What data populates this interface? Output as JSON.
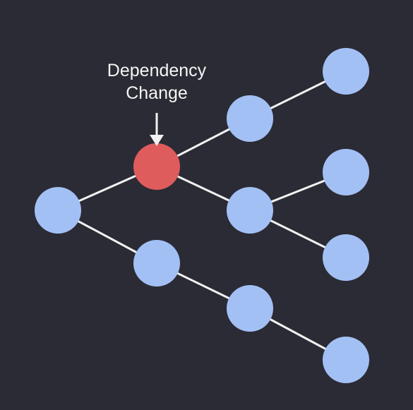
{
  "annotation": {
    "line1": "Dependency",
    "line2": "Change"
  },
  "colors": {
    "background": "#2b2b35",
    "node": "#a3c0f5",
    "changed_node": "#df5c5c",
    "edge": "#f2f2f2",
    "text": "#f5f5f5"
  },
  "graph": {
    "nodes": [
      "root",
      "a",
      "b",
      "a1",
      "a2",
      "a3",
      "a4",
      "b1",
      "b2"
    ],
    "changed": "a",
    "edges": [
      [
        "root",
        "a"
      ],
      [
        "root",
        "b"
      ],
      [
        "a",
        "a1"
      ],
      [
        "a",
        "a2"
      ],
      [
        "a1",
        "a3"
      ],
      [
        "a2",
        "a4"
      ],
      [
        "a2",
        "b1"
      ],
      [
        "b",
        "b2"
      ],
      [
        "b2",
        "b3"
      ]
    ]
  }
}
